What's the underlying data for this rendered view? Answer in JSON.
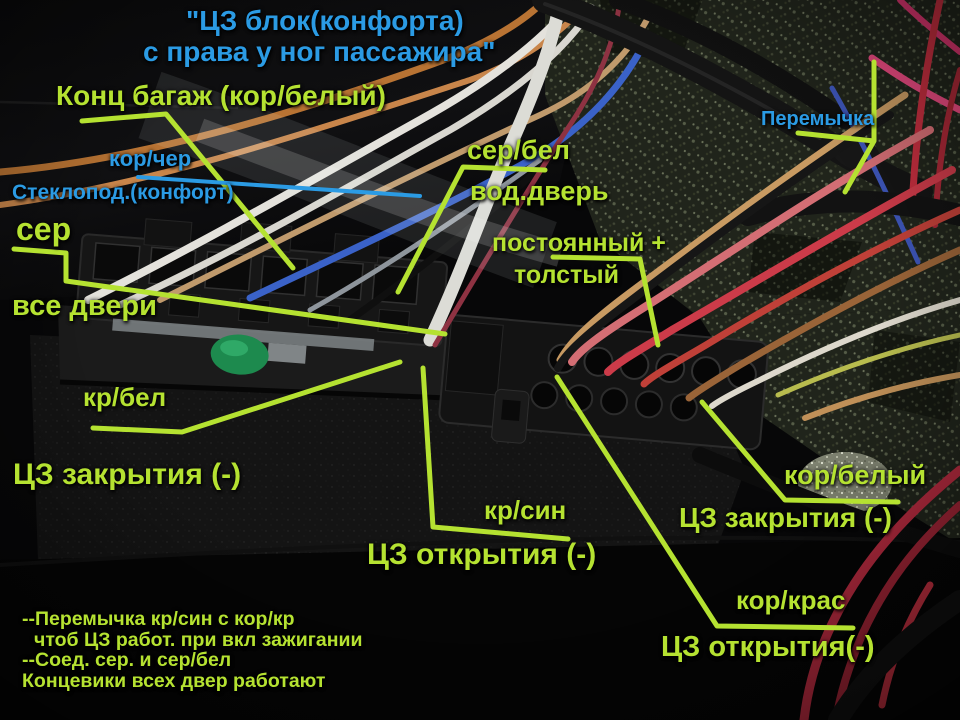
{
  "title": {
    "line1": "\"ЦЗ блок(конфорта)",
    "line2": "с права у ног пассажира\""
  },
  "labels": {
    "konc_bagazh": "Конц багаж (кор/белый)",
    "kor_cher": "кор/чер",
    "steklopod": "Стеклопод.(конфорт)",
    "ser": "сер",
    "vse_dveri": "все двери",
    "ser_bel": "сер/бел",
    "vod_dver": "вод.дверь",
    "peremychka": "Перемычка",
    "postoyanny_line1": "постоянный +",
    "postoyanny_line2": "толстый",
    "kr_bel": "кр/бел",
    "cz_zakrytiya_left": "ЦЗ закрытия (-)",
    "kr_sin": "кр/син",
    "cz_otkrytiya_center": "ЦЗ открытия (-)",
    "kor_bely": "кор/белый",
    "cz_zakrytiya_right": "ЦЗ закрытия (-)",
    "kor_kras": "кор/крас",
    "cz_otkrytiya_right": "ЦЗ открытия(-)"
  },
  "notes": {
    "line1": "--Перемычка кр/син с кор/кр",
    "line2": "чтоб ЦЗ работ. при вкл зажигании",
    "line3": "--Соед. сер. и сер/бел",
    "line4": "Концевики всех двер работают"
  },
  "colors": {
    "annotation_green": "#b5e231",
    "annotation_blue": "#2b9be4"
  }
}
